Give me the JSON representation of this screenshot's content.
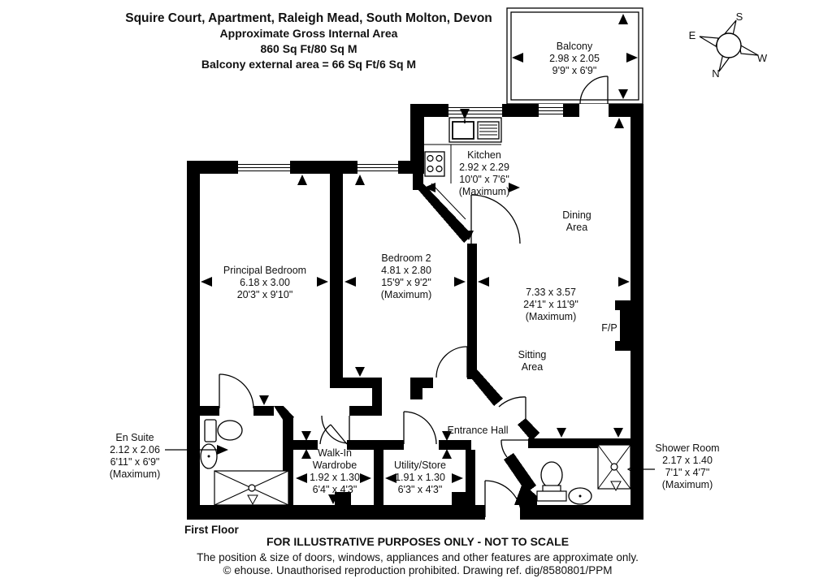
{
  "title": {
    "line1": "Squire Court, Apartment, Raleigh Mead, South Molton, Devon",
    "line2": "Approximate Gross Internal Area",
    "line3": "860 Sq Ft/80 Sq M",
    "line4": "Balcony external area = 66 Sq Ft/6 Sq M"
  },
  "compass": {
    "north": "N",
    "south": "S",
    "east": "E",
    "west": "W"
  },
  "rooms": {
    "balcony": {
      "name": "Balcony",
      "metric": "2.98 x 2.05",
      "imperial": "9'9\" x 6'9\""
    },
    "kitchen": {
      "name": "Kitchen",
      "metric": "2.92 x 2.29",
      "imperial": "10'0\" x 7'6\"",
      "qualifier": "(Maximum)"
    },
    "dining": {
      "line1": "Dining",
      "line2": "Area"
    },
    "principal_bedroom": {
      "name": "Principal Bedroom",
      "metric": "6.18 x 3.00",
      "imperial": "20'3\" x 9'10\""
    },
    "bedroom2": {
      "name": "Bedroom 2",
      "metric": "4.81 x 2.80",
      "imperial": "15'9\" x 9'2\"",
      "qualifier": "(Maximum)"
    },
    "sitting": {
      "metric": "7.33 x 3.57",
      "imperial": "24'1\" x 11'9\"",
      "qualifier": "(Maximum)",
      "line1": "Sitting",
      "line2": "Area"
    },
    "entrance_hall": {
      "name": "Entrance Hall"
    },
    "walk_in_wardrobe": {
      "line1": "Walk-In",
      "line2": "Wardrobe",
      "metric": "1.92 x 1.30",
      "imperial": "6'4\" x 4'3\""
    },
    "utility_store": {
      "name": "Utility/Store",
      "metric": "1.91 x 1.30",
      "imperial": "6'3\" x 4'3\""
    },
    "en_suite": {
      "name": "En Suite",
      "metric": "2.12 x 2.06",
      "imperial": "6'11\" x 6'9\"",
      "qualifier": "(Maximum)"
    },
    "shower_room": {
      "name": "Shower Room",
      "metric": "2.17 x 1.40",
      "imperial": "7'1\" x 4'7\"",
      "qualifier": "(Maximum)"
    },
    "fireplace": {
      "label": "F/P"
    }
  },
  "footer": {
    "floor_label": "First Floor",
    "notice": "FOR ILLUSTRATIVE PURPOSES ONLY - NOT TO SCALE",
    "disclaimer": "The position & size of doors, windows, appliances and other features are approximate only.",
    "copyright": "© ehouse. Unauthorised reproduction prohibited. Drawing ref. dig/8580801/PPM"
  },
  "colors": {
    "wall": "#000000",
    "background": "#ffffff"
  }
}
